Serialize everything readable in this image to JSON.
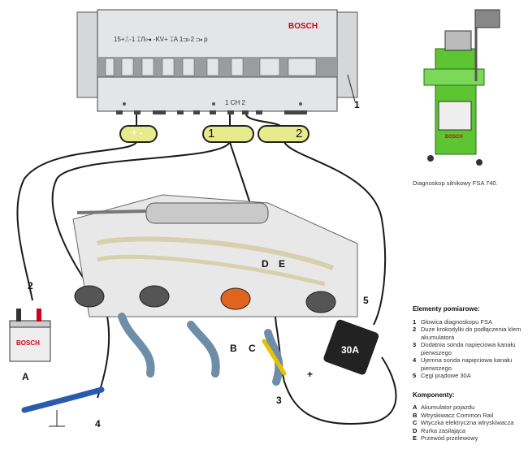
{
  "device": {
    "brand": "BOSCH",
    "panel_symbols": "15+⎍-1  ⌶Л⊶  -KV+  ⌶A  1⊐⊳2   ⊐◂   p",
    "channel_label": "1 CH 2",
    "channel_1": "1",
    "channel_2": "2",
    "battery_plug": "+ -"
  },
  "clamp_label": "30A",
  "callouts": [
    "1",
    "2",
    "3",
    "4",
    "5",
    "A",
    "B",
    "C",
    "D",
    "E"
  ],
  "fsa_caption": "Diagnoskop silnikowy FSA 740.",
  "legend": {
    "measuring_title": "Elementy pomiarowe:",
    "measuring": [
      {
        "key": "1",
        "text": "Głowica diagnoskopu FSA"
      },
      {
        "key": "2",
        "text": "Duże krokodylki do podłączenia klem akumulatora"
      },
      {
        "key": "3",
        "text": "Dodatnia sonda napięciowa kanału pierwszego"
      },
      {
        "key": "4",
        "text": "Ujemna sonda napięciowa kanału pierwszego"
      },
      {
        "key": "5",
        "text": "Cęgi prądowe 30A"
      }
    ],
    "components_title": "Komponenty:",
    "components": [
      {
        "key": "A",
        "text": "Akumulator pojazdu"
      },
      {
        "key": "B",
        "text": "Wtryskiwacz Common Rail"
      },
      {
        "key": "C",
        "text": "Wtyczka elektryczna wtryskiwacza"
      },
      {
        "key": "D",
        "text": "Rurka zasilająca"
      },
      {
        "key": "E",
        "text": "Przewód przelewowy"
      }
    ]
  },
  "colors": {
    "plug_fill": "#e6eb8c",
    "cart_green": "#5cc531",
    "brand_red": "#d0021b",
    "injector_orange": "#e0641e"
  }
}
